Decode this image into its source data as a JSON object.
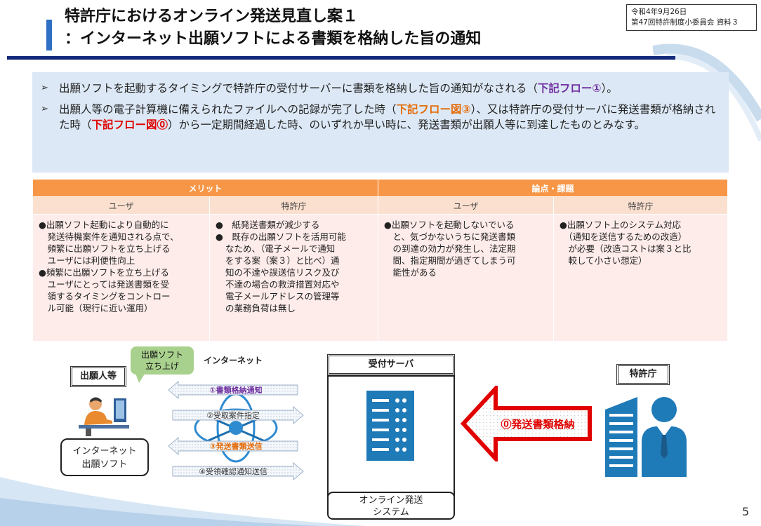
{
  "header": {
    "title_line1": "特許庁におけるオンライン発送見直し案１",
    "title_line2": "：インターネット出願ソフトによる書類を格納した旨の通知",
    "meta_line1": "令和4年9月26日",
    "meta_line2": "第47回特許制度小委員会 資料３"
  },
  "bullets": {
    "marker": "➢",
    "b1": {
      "text_before": "出願ソフトを起動するタイミングで特許庁の受付サーバーに書類を格納した旨の通知がなされる（",
      "highlight": "下記フロー①",
      "text_after": "）。"
    },
    "b2": {
      "text_before": "出願人等の電子計算機に備えられたファイルへの記録が完了した時（",
      "highlight1": "下記フロー図③",
      "text_mid": "）、又は特許庁の受付サーバに発送書類が格納された時（",
      "highlight2": "下記フロー図⓪",
      "text_after": "）から一定期間経過した時、のいずれか早い時に、発送書類が出願人等に到達したものとみなす。"
    }
  },
  "table": {
    "group_merit": "メリット",
    "group_issues": "論点・課題",
    "sub_user": "ユーザ",
    "sub_jpo": "特許庁",
    "merit_user": [
      "●出願ソフト起動により自動的に",
      "　発送待機案件を通知される点で、",
      "　頻繁に出願ソフトを立ち上げる",
      "　ユーザには利便性向上",
      "●頻繁に出願ソフトを立ち上げる",
      "　ユーザにとっては発送書類を受",
      "　領するタイミングをコントロー",
      "　ル可能（現行に近い運用）"
    ],
    "merit_jpo_1": "●　紙発送書類が減少する",
    "merit_jpo_2": [
      "●　既存の出願ソフトを活用可能",
      "なため、（電子メールで通知",
      "をする案（案３）と比べ）通",
      "知の不達や誤送信リスク及び",
      "不達の場合の救済措置対応や",
      "電子メールアドレスの管理等",
      "の業務負荷は無し"
    ],
    "issue_user": [
      "●出願ソフトを起動しないでいる",
      "　と、気づかないうちに発送書類",
      "　の到達の効力が発生し、法定期",
      "　間、指定期間が過ぎてしまう可",
      "　能性がある"
    ],
    "issue_jpo": [
      "●出願ソフト上のシステム対応",
      "　（通知を送信するための改造）",
      "　が必要（改造コストは案３と比",
      "　較して小さい想定）"
    ]
  },
  "diagram": {
    "applicant_label": "出願人等",
    "speech": [
      "出願ソフト",
      "立ち上げ"
    ],
    "internet_label": "インターネット",
    "flow1": "①書類格納通知",
    "flow2": "②受取案件指定",
    "flow3": "③発送書類送信",
    "flow4": "④受領確認通知送信",
    "software_box": [
      "インターネット",
      "出願ソフト"
    ],
    "server_label": "受付サーバ",
    "system_box": [
      "オンライン発送",
      "システム"
    ],
    "store_arrow": "⓪発送書類格納",
    "jpo_label": "特許庁"
  },
  "page_number": "5",
  "colors": {
    "title_bar": "#2f6fc4",
    "rule": "#14287a",
    "bullet_bg": "#dce8f5",
    "table_head": "#f79646",
    "table_sub": "#fbe0cf",
    "table_cell": "#fdecea",
    "speech": "#a9d18e",
    "red_arrow": "#e00000",
    "server": "#1f7ab8"
  }
}
